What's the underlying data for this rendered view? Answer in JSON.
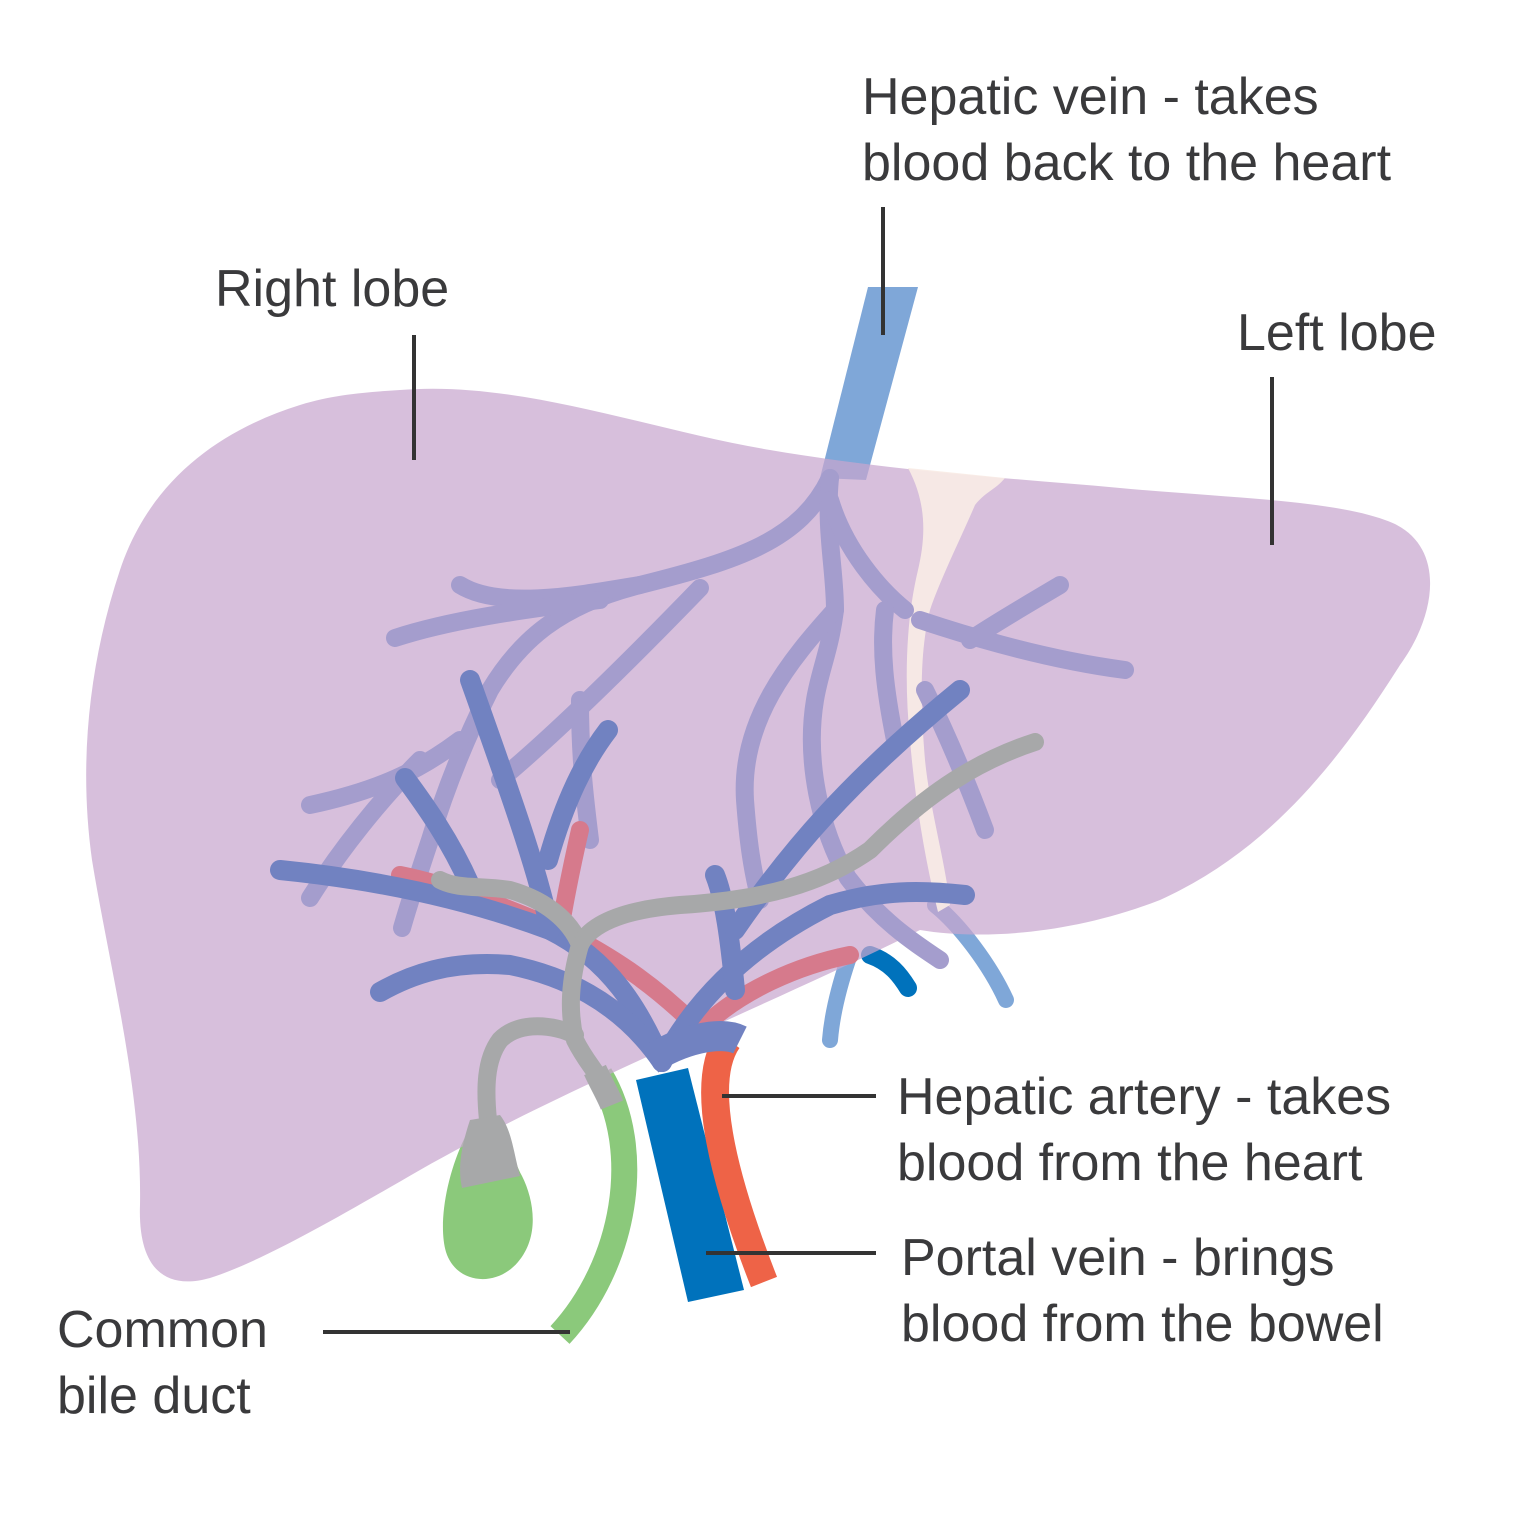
{
  "labels": {
    "hepatic_vein": {
      "line1": "Hepatic vein - takes",
      "line2": "blood back to the heart"
    },
    "right_lobe": "Right lobe",
    "left_lobe": "Left lobe",
    "hepatic_artery": {
      "line1": "Hepatic artery - takes",
      "line2": "blood from the heart"
    },
    "portal_vein": {
      "line1": "Portal vein - brings",
      "line2": "blood from the bowel"
    },
    "common_bile_duct": {
      "line1": "Common",
      "line2": "bile duct"
    }
  },
  "colors": {
    "liver": "#d6bedb",
    "hepatic_vein_trunk": "#7fa7d8",
    "hepatic_vein_branches": "#a49dcd",
    "portal_vein": "#0072bc",
    "portal_vein_branches": "#7182c1",
    "hepatic_artery": "#ee6347",
    "hepatic_artery_branches": "#d67a8c",
    "bile_duct": "#a7a8a9",
    "gallbladder": "#8bc97b",
    "ligament": "#f9ebe5",
    "text": "#3a3a3c",
    "leader_line": "#333333"
  }
}
